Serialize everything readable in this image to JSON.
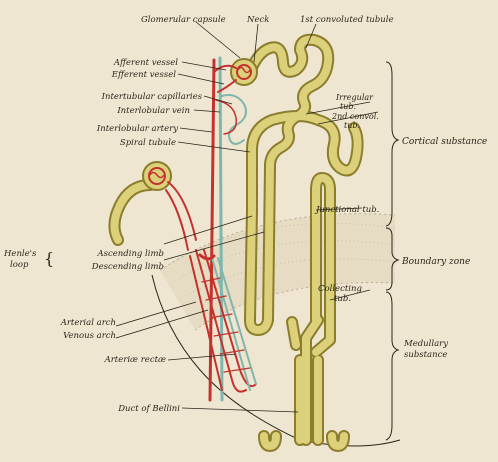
{
  "colors": {
    "paper": "#efe6d2",
    "tubule_fill": "#dcd07a",
    "tubule_edge": "#8a7d2c",
    "artery": "#c4322e",
    "vein": "#7fb6ad",
    "boundary_band": "#e4dcc6",
    "ink": "#2a2418"
  },
  "labels": {
    "glomerular_capsule": "Glomerular capsule",
    "neck": "Neck",
    "first_convoluted_tubule": "1st convoluted tubule",
    "afferent_vessel": "Afferent vessel",
    "efferent_vessel": "Efferent vessel",
    "intertubular_capillaries": "Intertubular capillaries",
    "interlobular_vein": "Interlobular vein",
    "interlobular_artery": "Interlobular artery",
    "spiral_tubule": "Spiral tubule",
    "irregular_tub": "Irregular",
    "irregular_tub_2": "tub.",
    "second_convol_tub": "2nd convol.",
    "second_convol_tub_2": "tub.",
    "cortical_substance": "Cortical substance",
    "junctional_tub": "Junctional tub.",
    "henles_loop_1": "Henle's",
    "henles_loop_2": "loop",
    "ascending_limb": "Ascending limb",
    "descending_limb": "Descending limb",
    "boundary_zone": "Boundary zone",
    "collecting_tub": "Collecting",
    "collecting_tub_2": "tub.",
    "arterial_arch": "Arterial arch",
    "venous_arch": "Venous arch",
    "medullary_substance": "Medullary",
    "medullary_substance_2": "substance",
    "arteriae_rectae": "Arteriæ rectæ",
    "duct_of_bellini": "Duct of Bellini"
  }
}
